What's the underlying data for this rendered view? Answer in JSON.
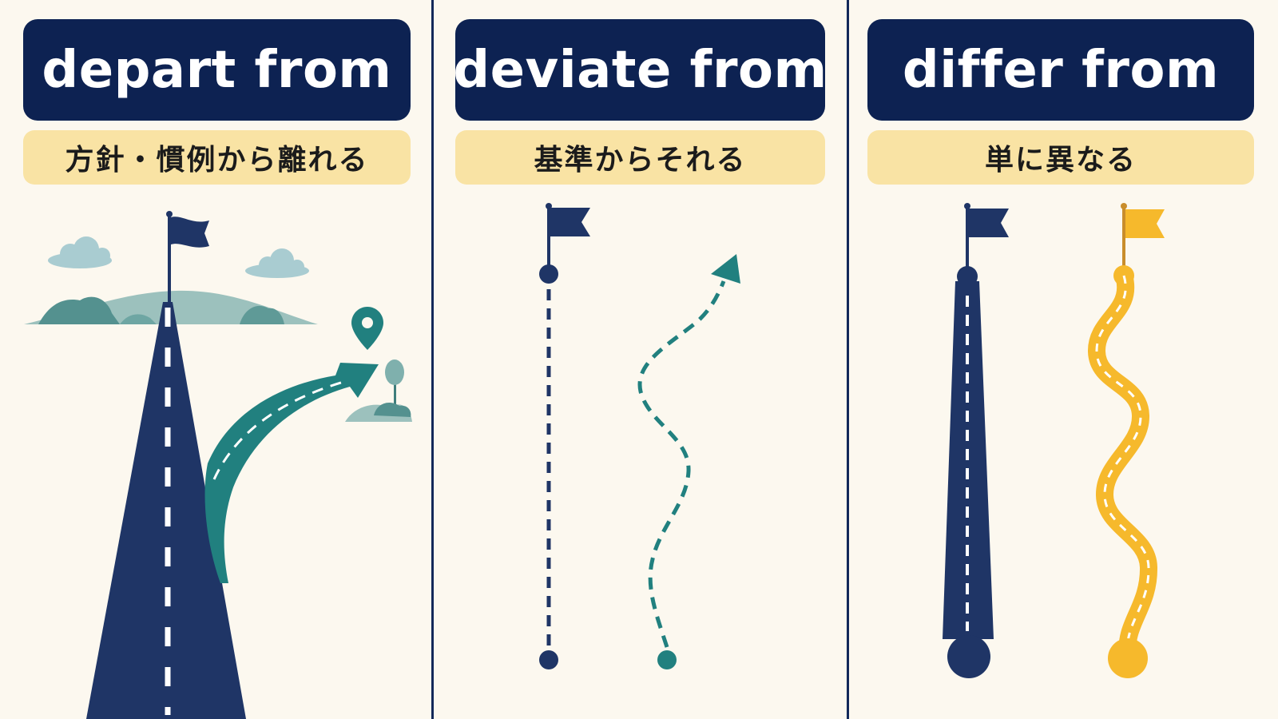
{
  "panels": [
    {
      "title": "depart from",
      "subtitle": "方針・慣例から離れる"
    },
    {
      "title": "deviate from",
      "subtitle": "基準からそれる"
    },
    {
      "title": "differ from",
      "subtitle": "単に異なる"
    }
  ],
  "colors": {
    "background": "#fcf8ef",
    "navy": "#1f3566",
    "teal": "#21807f",
    "yellow": "#f6b92c",
    "banner_title": "#0d2252",
    "banner_subtitle": "#f9e3a4"
  }
}
